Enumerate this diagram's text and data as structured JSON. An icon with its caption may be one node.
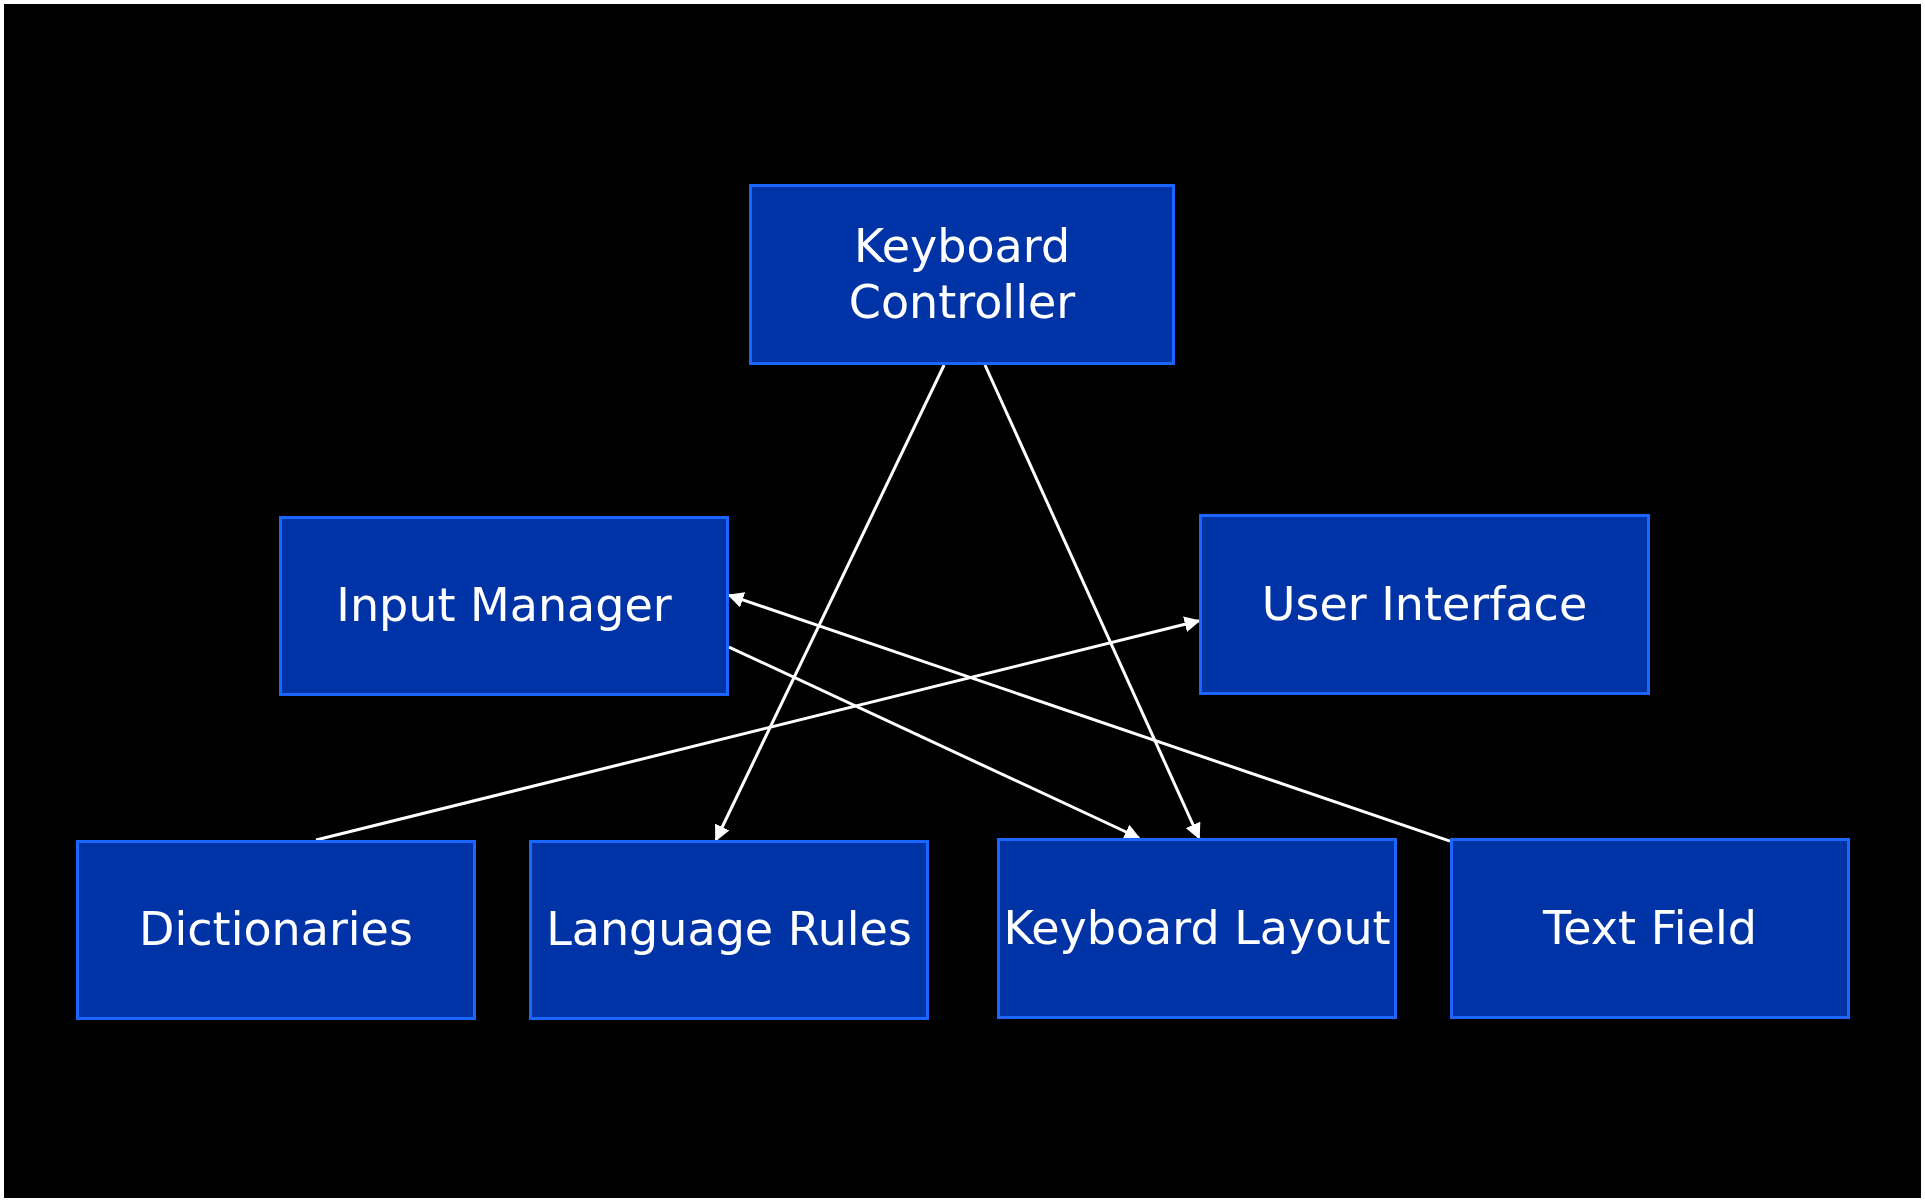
{
  "diagram": {
    "nodes": [
      {
        "text": [
          "Keyboard Controller"
        ]
      },
      {
        "text": [
          "Input Manager"
        ]
      },
      {
        "text": [
          "User Interface"
        ]
      },
      {
        "text": [
          "Dictionaries"
        ]
      },
      {
        "text": [
          "Language Rules"
        ]
      },
      {
        "text": [
          "Keyboard Layout"
        ]
      },
      {
        "text": [
          "Text Field"
        ]
      }
    ],
    "edges": [
      {
        "from": 0,
        "to": 4,
        "arrow": "to"
      },
      {
        "from": 0,
        "to": 5,
        "arrow": "to"
      },
      {
        "from": 1,
        "to": 5,
        "arrow": "to"
      },
      {
        "from": 3,
        "to": 2,
        "arrow": "to"
      },
      {
        "from": 6,
        "to": 1,
        "arrow": "to"
      }
    ]
  }
}
